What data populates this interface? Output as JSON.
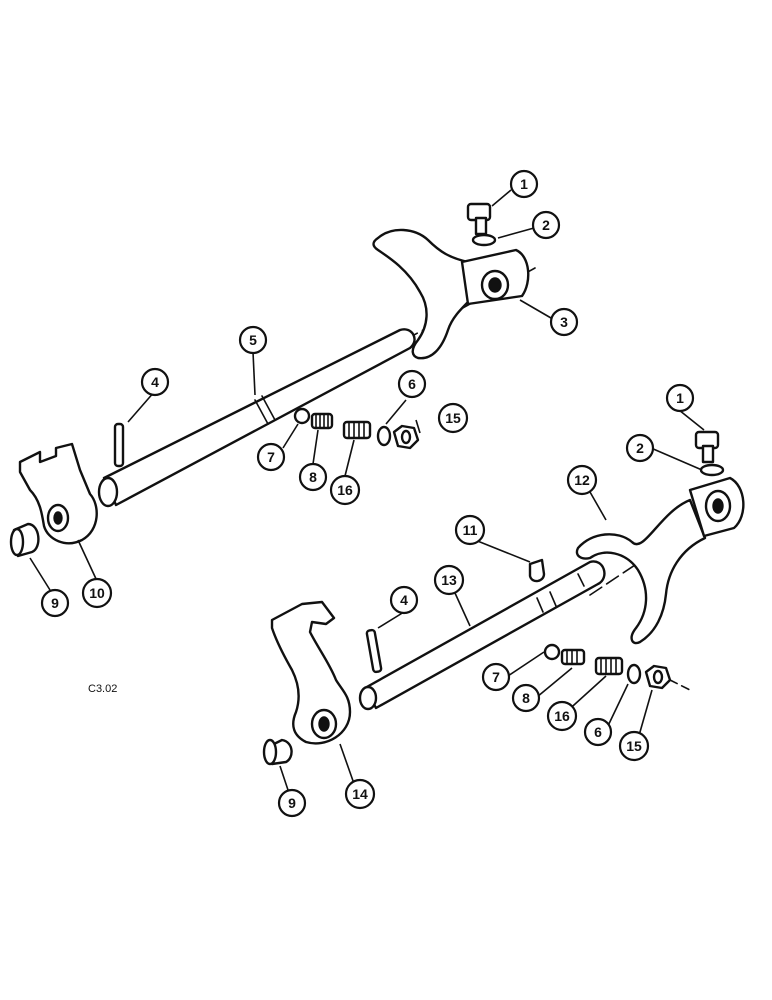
{
  "figure_code": "C3.02",
  "callouts": {
    "c1a": "1",
    "c2a": "2",
    "c3": "3",
    "c4a": "4",
    "c5": "5",
    "c6a": "6",
    "c15a": "15",
    "c7a": "7",
    "c8a": "8",
    "c16a": "16",
    "c9a": "9",
    "c10": "10",
    "c1b": "1",
    "c2b": "2",
    "c12": "12",
    "c11": "11",
    "c13": "13",
    "c4b": "4",
    "c7b": "7",
    "c8b": "8",
    "c16b": "16",
    "c6b": "6",
    "c15b": "15",
    "c9b": "9",
    "c14": "14"
  },
  "colors": {
    "ink": "#111111",
    "paper": "#ffffff"
  }
}
